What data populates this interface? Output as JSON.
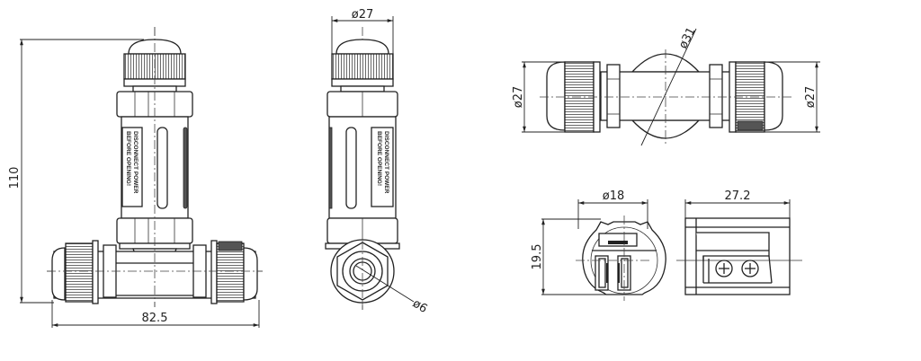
{
  "drawing": {
    "subject": "T-shaped waterproof cable connector",
    "views": [
      {
        "id": "front-view",
        "dimensions": {
          "height": "110",
          "width": "82.5"
        },
        "label": {
          "line1": "DISCONNECT POWER",
          "line2": "BEFORE   OPENING!"
        }
      },
      {
        "id": "side-view",
        "dimensions": {
          "diameter_top": "ø27",
          "diameter_hole": "ø6"
        },
        "label": {
          "line1": "DISCONNECT POWER",
          "line2": "BEFORE   OPENING!"
        }
      },
      {
        "id": "top-view",
        "dimensions": {
          "diameter_left": "ø27",
          "diameter_right": "ø27",
          "diameter_body": "ø31"
        }
      },
      {
        "id": "terminal-end-view",
        "dimensions": {
          "diameter": "ø18",
          "height": "19.5"
        }
      },
      {
        "id": "terminal-side-view",
        "dimensions": {
          "width": "27.2"
        }
      }
    ]
  }
}
